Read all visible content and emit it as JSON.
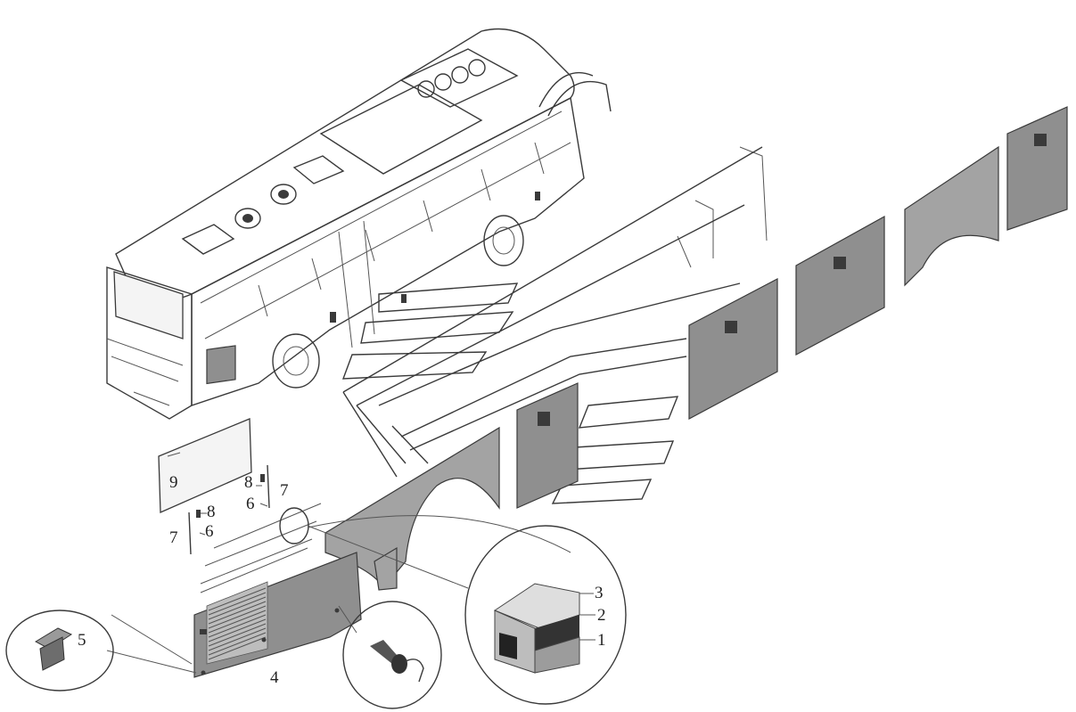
{
  "callouts": {
    "c1": "1",
    "c2": "2",
    "c3": "3",
    "c4": "4",
    "c5": "5",
    "c6a": "6",
    "c6b": "6",
    "c7a": "7",
    "c7b": "7",
    "c8a": "8",
    "c8b": "8",
    "c9": "9"
  }
}
